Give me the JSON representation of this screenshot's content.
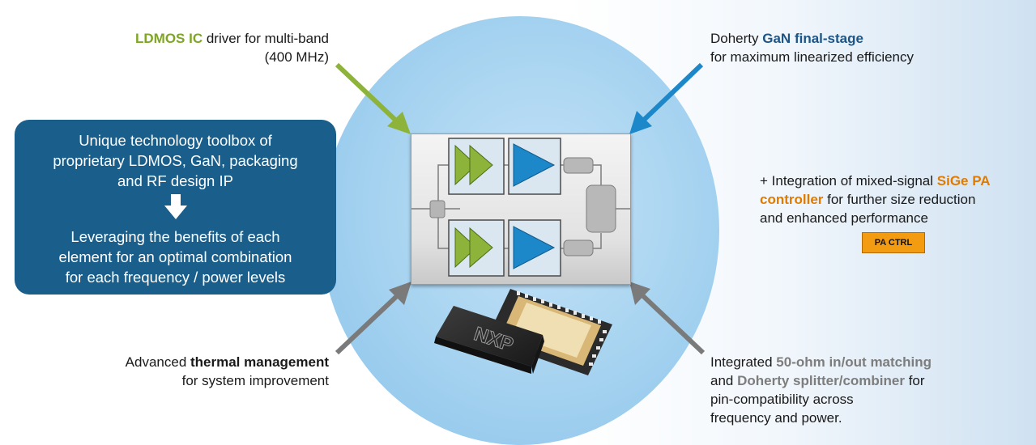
{
  "colors": {
    "ldmos_green": "#8db33a",
    "gan_blue": "#1c87c9",
    "arrow_gray": "#7a7a7a",
    "toolbox_bg": "#1a5f8b",
    "pa_ctrl_orange": "#f39c12"
  },
  "callout_ldmos": {
    "highlight": "LDMOS IC",
    "line1_rest": " driver for multi-band",
    "line2": "(400 MHz)"
  },
  "callout_gan": {
    "prefix": "Doherty ",
    "highlight_gan": "GaN",
    "highlight_stage": " final-stage",
    "line2": "for maximum linearized efficiency"
  },
  "toolbox": {
    "line1": "Unique technology toolbox of",
    "line2": "proprietary LDMOS, GaN, packaging",
    "line3": "and RF design IP",
    "line4": "Leveraging the benefits of each",
    "line5": "element for an optimal combination",
    "line6": "for each frequency / power levels"
  },
  "callout_sige": {
    "prefix": "+ Integration of mixed-signal ",
    "highlight1": "SiGe PA",
    "highlight2": "controller",
    "rest2": " for further size reduction",
    "line3": "and enhanced performance",
    "badge": "PA CTRL"
  },
  "callout_thermal": {
    "prefix": "Advanced ",
    "highlight": "thermal management",
    "line2": "for system improvement"
  },
  "callout_matching": {
    "prefix": "Integrated ",
    "highlight1": "50-ohm in/out matching",
    "and": "and ",
    "highlight2": "Doherty splitter/combiner",
    "rest2": " for",
    "line3": "pin-compatibility across",
    "line4": "frequency and power."
  },
  "chip": {
    "logo_text": "NXP"
  }
}
